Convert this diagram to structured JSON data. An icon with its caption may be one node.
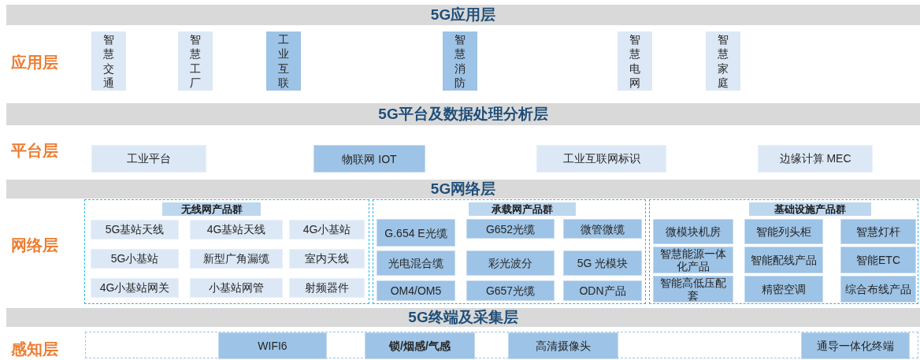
{
  "diagram": {
    "nodes": [
      {
        "text": [
          "5G应用层"
        ]
      },
      {
        "text": [
          "智慧交通"
        ]
      },
      {
        "text": [
          "智慧工厂"
        ]
      },
      {
        "text": [
          "工业互联"
        ]
      },
      {
        "text": [
          "智慧消防"
        ]
      },
      {
        "text": [
          "智慧电网"
        ]
      },
      {
        "text": [
          "智慧家庭"
        ]
      },
      {
        "text": [
          "5G平台及数据处理分析层"
        ]
      },
      {
        "text": [
          "工业平台"
        ]
      },
      {
        "text": [
          "物联网 IOT"
        ]
      },
      {
        "text": [
          "工业互联网标识"
        ]
      },
      {
        "text": [
          "边缘计算 MEC"
        ]
      },
      {
        "text": [
          "5G网络层"
        ]
      },
      {
        "text": [],
        "shape": "box"
      },
      {
        "text": [
          "无线网产品群"
        ],
        "in": 13
      },
      {
        "text": [
          "5G基站天线"
        ],
        "in": 13
      },
      {
        "text": [
          "4G基站天线"
        ],
        "in": 13
      },
      {
        "text": [
          "4G小基站"
        ],
        "in": 13
      },
      {
        "text": [
          "5G小基站"
        ],
        "in": 13
      },
      {
        "text": [
          "新型广角漏缆"
        ],
        "in": 13
      },
      {
        "text": [
          "室内天线"
        ],
        "in": 13
      },
      {
        "text": [
          "4G小基站网关"
        ],
        "in": 13
      },
      {
        "text": [
          "小基站网管"
        ],
        "in": 13
      },
      {
        "text": [
          "射频器件"
        ],
        "in": 13
      },
      {
        "text": [],
        "shape": "box"
      },
      {
        "text": [
          "承载网产品群"
        ],
        "in": 24
      },
      {
        "text": [
          "G.654 E光缆"
        ],
        "in": 24
      },
      {
        "text": [
          "G652光缆"
        ],
        "in": 24
      },
      {
        "text": [
          "微管微缆"
        ],
        "in": 24
      },
      {
        "text": [
          "光电混合缆"
        ],
        "in": 24
      },
      {
        "text": [
          "彩光波分"
        ],
        "in": 24
      },
      {
        "text": [
          "5G 光模块"
        ],
        "in": 24
      },
      {
        "text": [
          "OM4/OM5"
        ],
        "in": 24
      },
      {
        "text": [
          "G657光缆"
        ],
        "in": 24
      },
      {
        "text": [
          "ODN产品"
        ],
        "in": 24
      },
      {
        "text": [],
        "shape": "box"
      },
      {
        "text": [
          "基础设施产品群"
        ],
        "in": 35
      },
      {
        "text": [
          "微模块机房"
        ],
        "in": 35
      },
      {
        "text": [
          "智能列头柜"
        ],
        "in": 35
      },
      {
        "text": [
          "智慧灯杆"
        ],
        "in": 35
      },
      {
        "text": [
          "智慧能源一体化产品"
        ],
        "in": 35
      },
      {
        "text": [
          "智能配线产品"
        ],
        "in": 35
      },
      {
        "text": [
          "智能ETC"
        ],
        "in": 35
      },
      {
        "text": [
          "智能高低压配套"
        ],
        "in": 35
      },
      {
        "text": [
          "精密空调"
        ],
        "in": 35
      },
      {
        "text": [
          "综合布线产品"
        ],
        "in": 35
      },
      {
        "text": [
          "5G终端及采集层"
        ]
      },
      {
        "text": [],
        "shape": "box"
      },
      {
        "text": [
          "WIFI6"
        ],
        "in": 47
      },
      {
        "text": [
          "锁/烟感/气感"
        ],
        "in": 47
      },
      {
        "text": [
          "高清摄像头"
        ],
        "in": 47
      },
      {
        "text": [
          "通导一体化终端"
        ],
        "in": 47
      }
    ],
    "labels": [
      "应用层",
      "平台层",
      "网络层",
      "感知层"
    ]
  }
}
